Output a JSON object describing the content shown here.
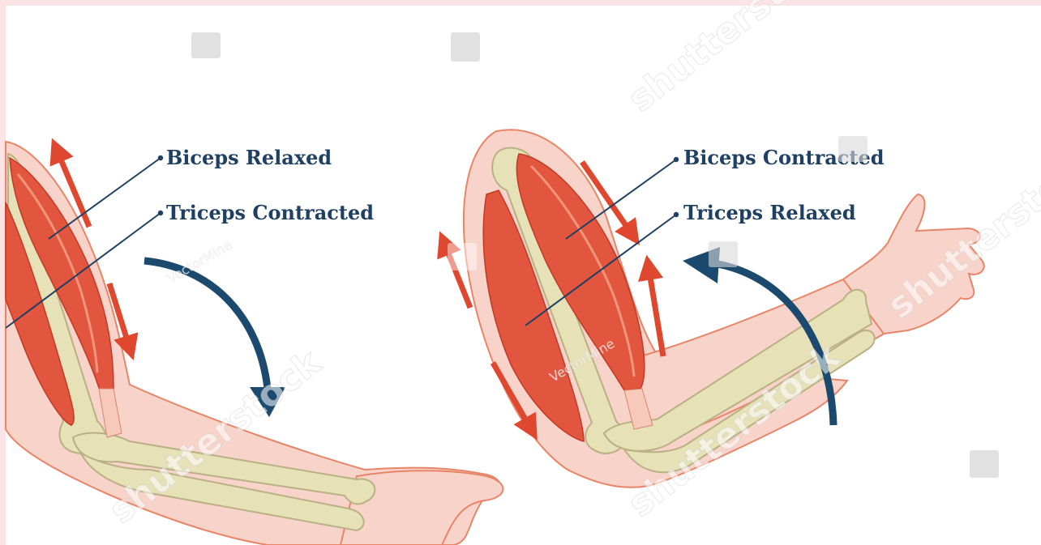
{
  "left_panel": {
    "label_1": "Biceps Relaxed",
    "label_2": "Triceps Contracted"
  },
  "right_panel": {
    "label_1": "Biceps Contracted",
    "label_2": "Triceps Relaxed"
  },
  "watermarks": {
    "stock": "shutterstock",
    "author": "VectorMine"
  },
  "colors": {
    "background": "#fbe3e6",
    "panel": "#ffffff",
    "label_text": "#1f3f63",
    "leader_line": "#1f3f63",
    "movement_arrow": "#1b4a6e",
    "muscle": "#e2553e",
    "muscle_light": "#f2957a",
    "bone": "#e6e1b6",
    "skin": "#f8d3c9",
    "skin_outline": "#e88568",
    "force_arrow": "#e0472f"
  }
}
